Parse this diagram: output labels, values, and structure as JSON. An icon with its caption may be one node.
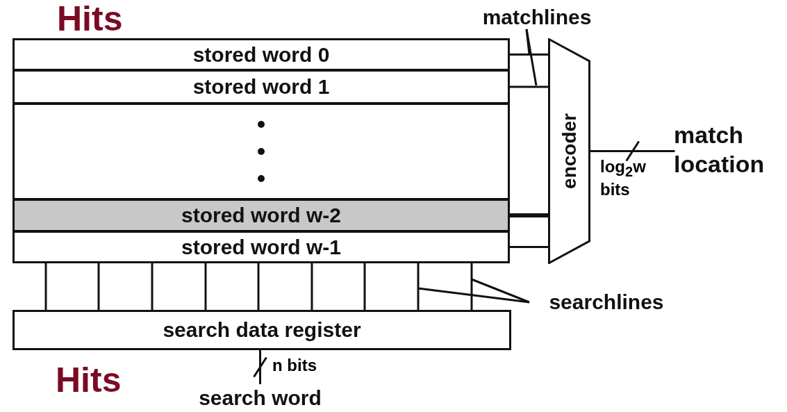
{
  "diagram": {
    "nodes": [
      {
        "text": [
          "stored word 0"
        ]
      },
      {
        "text": [
          "stored word 1"
        ]
      },
      {
        "text": [],
        "shape": "box"
      },
      {
        "text": [
          "stored word w-2"
        ]
      },
      {
        "text": [
          "stored word w-1"
        ]
      },
      {
        "text": [
          "encoder"
        ]
      },
      {
        "text": [
          "match location"
        ]
      },
      {
        "text": [
          "search data register"
        ]
      },
      {
        "text": [
          "search word"
        ]
      },
      {
        "text": [
          "matchlines"
        ]
      },
      {
        "text": [
          "searchlines"
        ]
      }
    ],
    "edges": [
      {
        "from": 0,
        "to": 5,
        "arrow": "none"
      },
      {
        "from": 1,
        "to": 5,
        "arrow": "none"
      },
      {
        "from": 3,
        "to": 5,
        "arrow": "none",
        "style": "thick"
      },
      {
        "from": 4,
        "to": 5,
        "arrow": "none"
      },
      {
        "from": 5,
        "to": 6,
        "arrow": "none",
        "label": "log$_{2}$w bits"
      },
      {
        "from": 7,
        "to": 4,
        "arrow": "none"
      },
      {
        "from": 7,
        "to": 4,
        "arrow": "none"
      },
      {
        "from": 7,
        "to": 4,
        "arrow": "none"
      },
      {
        "from": 7,
        "to": 4,
        "arrow": "none"
      },
      {
        "from": 7,
        "to": 4,
        "arrow": "none"
      },
      {
        "from": 7,
        "to": 4,
        "arrow": "none"
      },
      {
        "from": 7,
        "to": 4,
        "arrow": "none"
      },
      {
        "from": 7,
        "to": 4,
        "arrow": "none"
      },
      {
        "from": 7,
        "to": 4,
        "arrow": "none"
      },
      {
        "from": 8,
        "to": 7,
        "arrow": "none",
        "label": "n bits"
      },
      {
        "from": 9,
        "to": null,
        "arrow": "none"
      },
      {
        "from": 9,
        "to": null,
        "arrow": "none"
      },
      {
        "from": 10,
        "to": null,
        "arrow": "none"
      },
      {
        "from": 10,
        "to": null,
        "arrow": "none"
      }
    ],
    "labels": [
      "Hits",
      "Hits"
    ]
  }
}
